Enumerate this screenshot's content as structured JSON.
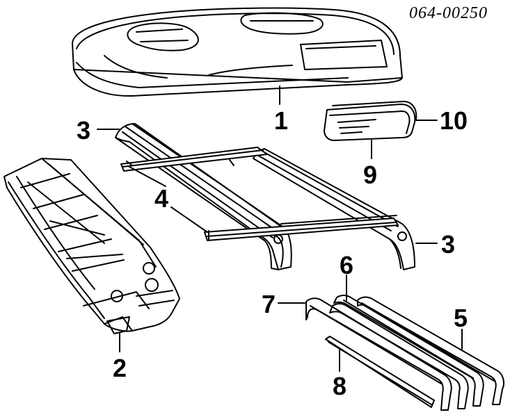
{
  "part_number": "064-00250",
  "callouts": {
    "c1": "1",
    "c2": "2",
    "c3a": "3",
    "c3b": "3",
    "c4": "4",
    "c5": "5",
    "c6": "6",
    "c7": "7",
    "c8": "8",
    "c9": "9",
    "c10": "10"
  }
}
